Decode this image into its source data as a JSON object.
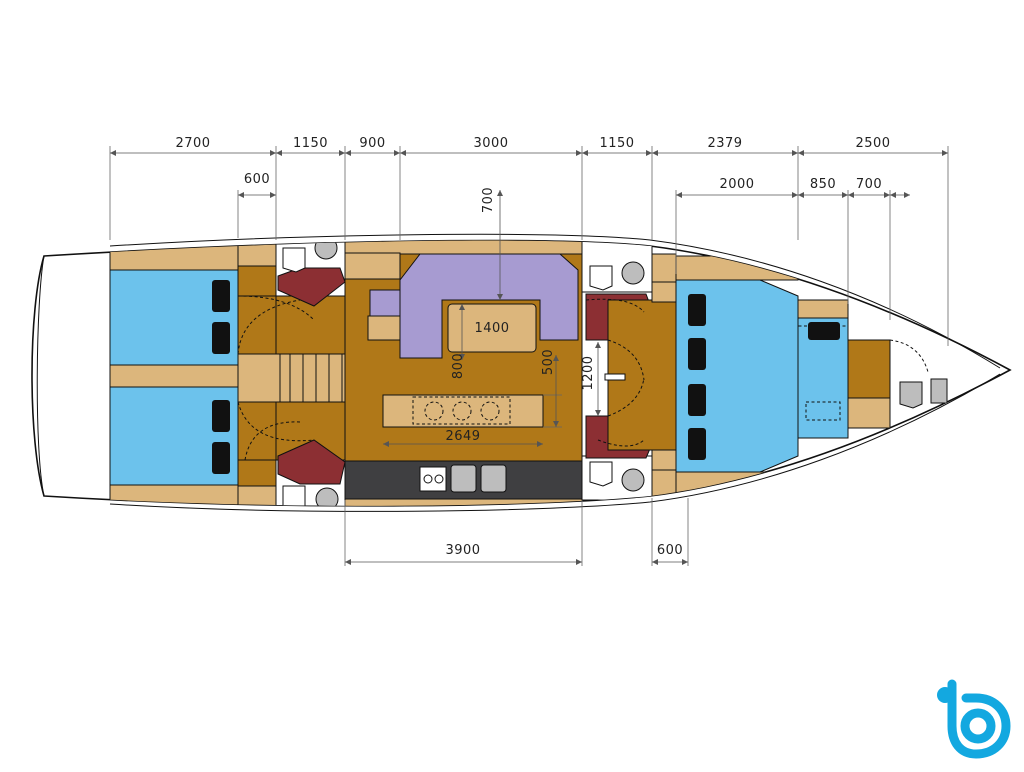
{
  "colors": {
    "wood_light": "#dcb67c",
    "wood_dark": "#b07818",
    "cabin_blue": "#6cc2ec",
    "seat_purple": "#a79bd1",
    "heads_red": "#8c2f33",
    "galley_dark": "#3f3f41",
    "fixture_grey": "#bdbdbd",
    "mattress_black": "#111111",
    "logo_blue": "#13a8e0"
  },
  "dimensions": {
    "top_row": [
      "2700",
      "1150",
      "900",
      "3000",
      "1150",
      "2379",
      "2500"
    ],
    "forward_row": [
      "2000",
      "850",
      "700"
    ],
    "aft_cabin_width": "600",
    "saloon_height": "700",
    "table_width": "1400",
    "table_depth": "800",
    "island_depth": "500",
    "passage_width": "1200",
    "island_length": "2649",
    "galley_length": "3900",
    "head_step": "600"
  },
  "logo": {
    "name": "brand-logo-icon",
    "glyph": "b"
  }
}
